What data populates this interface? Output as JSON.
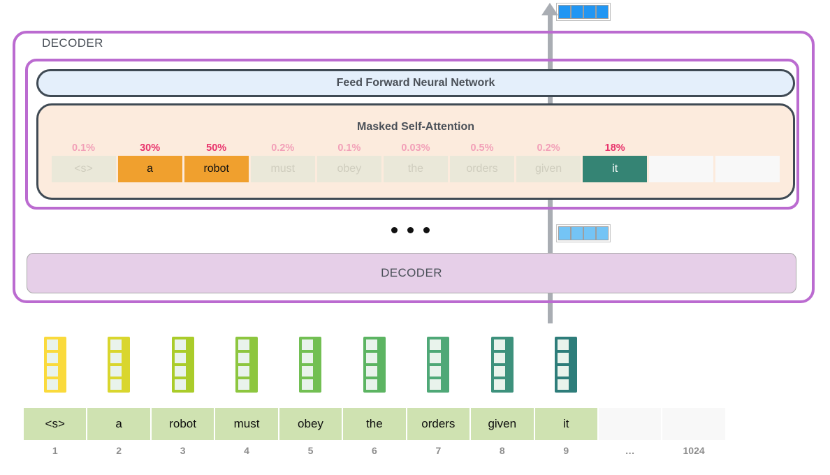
{
  "colors": {
    "decoder_frame_purple": "#bb6bd0",
    "ffnn_fill": "#e4effb",
    "attention_fill": "#fcebdd",
    "block_stroke": "#3f4a54",
    "lower_decoder_fill": "#e6cfe8",
    "token_green": "#cfe2b1",
    "highlight_orange": "#f0a02e",
    "highlight_teal": "#358474",
    "percent_pink": "#f2a0b8",
    "percent_strong": "#e8336b",
    "output_blue": "#2196f3",
    "output_blue_light": "#74c4f5",
    "arrow_gray": "#a9adb3"
  },
  "top_output_vector": {
    "name": "output-embedding",
    "cells": 4
  },
  "mid_output_vector": {
    "name": "intermediate-embedding",
    "cells": 4
  },
  "decoder": {
    "outer_label": "DECODER",
    "ffnn_label": "Feed Forward Neural Network",
    "masked_self_attention_label": "Masked Self-Attention",
    "lower_label": "DECODER",
    "ellipsis": "• • •"
  },
  "attention": {
    "percents": [
      "0.1%",
      "30%",
      "50%",
      "0.2%",
      "0.1%",
      "0.03%",
      "0.5%",
      "0.2%",
      "18%",
      "",
      ""
    ],
    "percent_strong": [
      false,
      true,
      true,
      false,
      false,
      false,
      false,
      false,
      true,
      false,
      false
    ],
    "tokens": [
      "<s>",
      "a",
      "robot",
      "must",
      "obey",
      "the",
      "orders",
      "given",
      "it",
      "",
      ""
    ],
    "states": [
      "dim",
      "orange",
      "orange",
      "dim",
      "dim",
      "dim",
      "dim",
      "dim",
      "teal",
      "empty",
      "empty"
    ]
  },
  "embedding_vectors": {
    "rows": 4,
    "colors": [
      "#fada3c",
      "#d9d62e",
      "#aacc2a",
      "#8dc63f",
      "#72bf53",
      "#5cb462",
      "#4fa877",
      "#3d917c",
      "#2e7d7a"
    ]
  },
  "token_row": {
    "tokens": [
      "<s>",
      "a",
      "robot",
      "must",
      "obey",
      "the",
      "orders",
      "given",
      "it",
      "",
      ""
    ],
    "indices": [
      "1",
      "2",
      "3",
      "4",
      "5",
      "6",
      "7",
      "8",
      "9",
      "…",
      "1024"
    ]
  }
}
